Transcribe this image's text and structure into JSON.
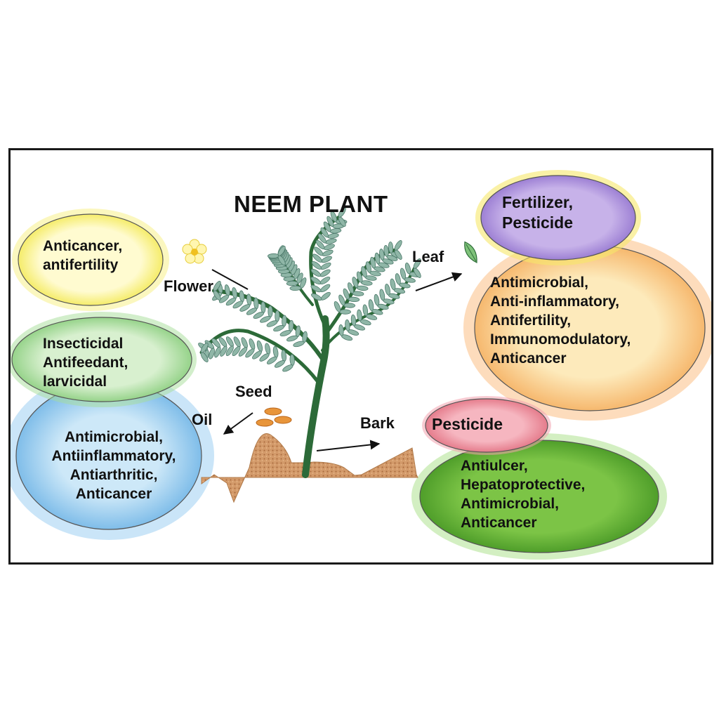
{
  "title": "NEEM PLANT",
  "parts": {
    "flower": "Flower",
    "leaf": "Leaf",
    "seed": "Seed",
    "oil": "Oil",
    "bark": "Bark"
  },
  "uses": {
    "flower": [
      "Anticancer,",
      "antifertility"
    ],
    "seed": [
      "Insecticidal",
      "Antifeedant,",
      "larvicidal"
    ],
    "oil": [
      "Antimicrobial,",
      "Antiinflammatory,",
      "Antiarthritic,",
      "Anticancer"
    ],
    "leaf_top": [
      "Fertilizer,",
      "Pesticide"
    ],
    "leaf": [
      "Antimicrobial,",
      "Anti-inflammatory,",
      "Antifertility,",
      "Immunomodulatory,",
      "Anticancer"
    ],
    "bark_top": [
      "Pesticide"
    ],
    "bark": [
      "Antiulcer,",
      "Hepatoprotective,",
      "Antimicrobial,",
      "Anticancer"
    ]
  },
  "colors": {
    "flower_blob": "#fffbc8",
    "seed_blob": "#c9eac1",
    "oil_blob": "#bfe1f6",
    "leaf_top_blob": "#c9b3ea",
    "leaf_blob": "#fde6b0",
    "bark_top_blob": "#f4a8b4",
    "bark_blob": "#79c043",
    "leaf_green": "#8fb6a7",
    "stem_green": "#2f6e3a",
    "soil": "#c98a5a"
  }
}
